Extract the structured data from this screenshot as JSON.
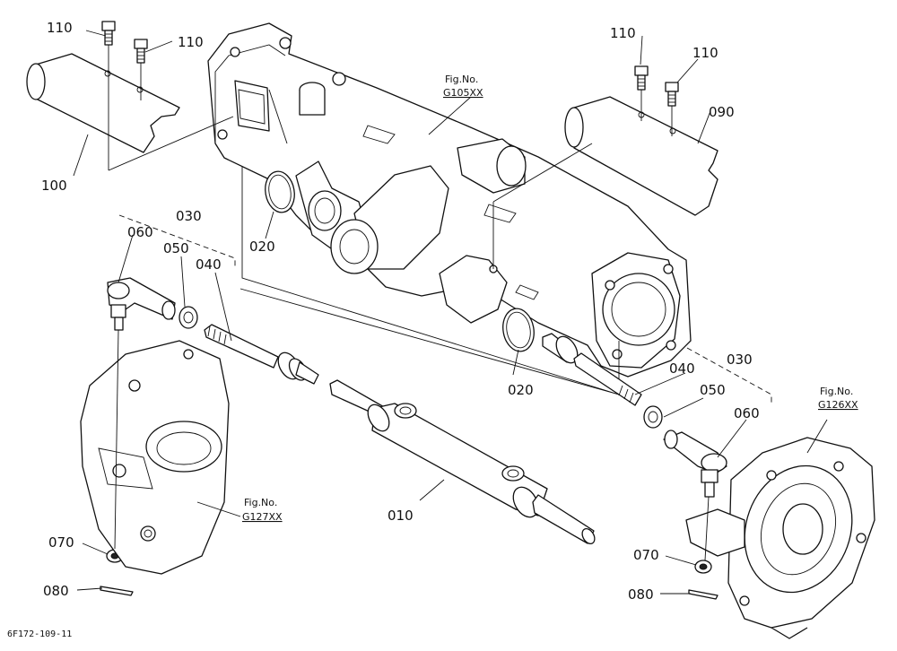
{
  "callouts": [
    {
      "id": "c110a",
      "text": "110"
    },
    {
      "id": "c110b",
      "text": "110"
    },
    {
      "id": "c110c",
      "text": "110"
    },
    {
      "id": "c110d",
      "text": "110"
    },
    {
      "id": "c100",
      "text": "100"
    },
    {
      "id": "c090",
      "text": "090"
    },
    {
      "id": "c030a",
      "text": "030"
    },
    {
      "id": "c060a",
      "text": "060"
    },
    {
      "id": "c050a",
      "text": "050"
    },
    {
      "id": "c040a",
      "text": "040"
    },
    {
      "id": "c020a",
      "text": "020"
    },
    {
      "id": "c020b",
      "text": "020"
    },
    {
      "id": "c040b",
      "text": "040"
    },
    {
      "id": "c030b",
      "text": "030"
    },
    {
      "id": "c050b",
      "text": "050"
    },
    {
      "id": "c060b",
      "text": "060"
    },
    {
      "id": "c010",
      "text": "010"
    },
    {
      "id": "c070a",
      "text": "070"
    },
    {
      "id": "c080a",
      "text": "080"
    },
    {
      "id": "c070b",
      "text": "070"
    },
    {
      "id": "c080b",
      "text": "080"
    }
  ],
  "figure_refs": [
    {
      "id": "g105",
      "line1": "Fig.No.",
      "line2": "G105XX"
    },
    {
      "id": "g126",
      "line1": "Fig.No.",
      "line2": "G126XX"
    },
    {
      "id": "g127",
      "line1": "Fig.No.",
      "line2": "G127XX"
    }
  ],
  "drawing_code": "6F172-109-11"
}
